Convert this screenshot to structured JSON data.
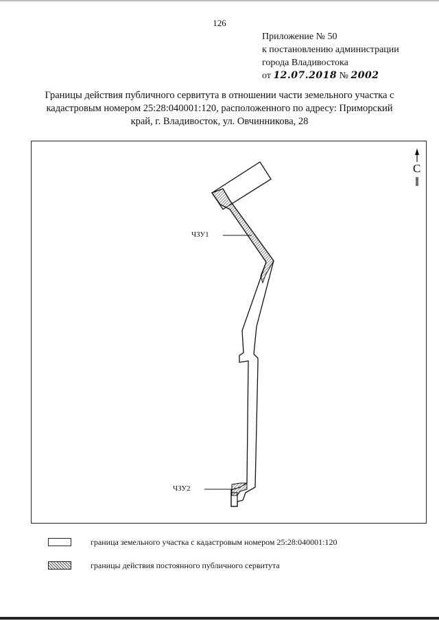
{
  "page_number": "126",
  "appendix": {
    "line1": "Приложение № 50",
    "line2": "к постановлению  администрации",
    "line3": "города Владивостока",
    "date_prefix": "от",
    "date_value": "12.07.2018",
    "number_prefix": "№",
    "number_value": "2002"
  },
  "title": {
    "line1": "Границы действия публичного сервитута в отношении части земельного участка с",
    "line2": "кадастровым номером 25:28:040001:120, расположенного по адресу: Приморский",
    "line3": "край, г. Владивосток, ул. Овчинникова, 28"
  },
  "map": {
    "north_letter": "С",
    "zone1_label": "ЧЗУ1",
    "zone2_label": "ЧЗУ2"
  },
  "legend": [
    {
      "text": "граница земельного участка с кадастровым номером 25:28:040001:120",
      "swatch": "outline"
    },
    {
      "text": "границы действия постоянного публичного сервитута",
      "swatch": "hatched"
    }
  ],
  "colors": {
    "ink": "#111111",
    "hatch": "#555555"
  }
}
